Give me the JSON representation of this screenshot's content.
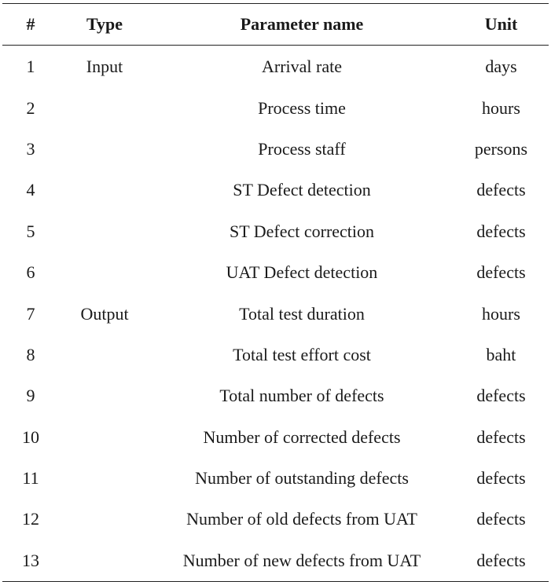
{
  "table": {
    "headers": {
      "num": "#",
      "type": "Type",
      "name": "Parameter name",
      "unit": "Unit"
    },
    "rows": [
      {
        "num": "1",
        "type": "Input",
        "name": "Arrival rate",
        "unit": "days"
      },
      {
        "num": "2",
        "type": "",
        "name": "Process time",
        "unit": "hours"
      },
      {
        "num": "3",
        "type": "",
        "name": "Process staff",
        "unit": "persons"
      },
      {
        "num": "4",
        "type": "",
        "name": "ST Defect detection",
        "unit": "defects"
      },
      {
        "num": "5",
        "type": "",
        "name": "ST Defect correction",
        "unit": "defects"
      },
      {
        "num": "6",
        "type": "",
        "name": "UAT Defect detection",
        "unit": "defects"
      },
      {
        "num": "7",
        "type": "Output",
        "name": "Total test duration",
        "unit": "hours"
      },
      {
        "num": "8",
        "type": "",
        "name": "Total test effort cost",
        "unit": "baht"
      },
      {
        "num": "9",
        "type": "",
        "name": "Total number of defects",
        "unit": "defects"
      },
      {
        "num": "10",
        "type": "",
        "name": "Number of corrected defects",
        "unit": "defects"
      },
      {
        "num": "11",
        "type": "",
        "name": "Number of outstanding defects",
        "unit": "defects"
      },
      {
        "num": "12",
        "type": "",
        "name": "Number of old defects from UAT",
        "unit": "defects"
      },
      {
        "num": "13",
        "type": "",
        "name": "Number of new defects from UAT",
        "unit": "defects"
      }
    ]
  }
}
